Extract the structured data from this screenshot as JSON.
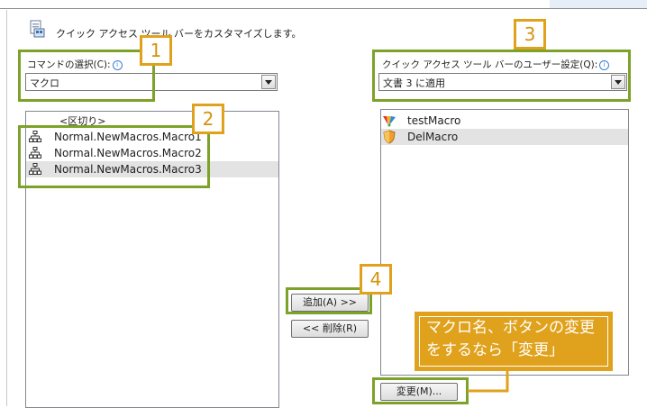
{
  "header": {
    "title": "クイック アクセス ツール バーをカスタマイズします。"
  },
  "commands": {
    "label": "コマンドの選択(C):",
    "value": "マクロ",
    "items": [
      {
        "label": "<区切り>"
      },
      {
        "label": "Normal.NewMacros.Macro1"
      },
      {
        "label": "Normal.NewMacros.Macro2"
      },
      {
        "label": "Normal.NewMacros.Macro3"
      }
    ]
  },
  "qat": {
    "label": "クイック アクセス ツール バーのユーザー設定(Q):",
    "value": "文書 3 に適用",
    "items": [
      {
        "label": "testMacro"
      },
      {
        "label": "DelMacro"
      }
    ]
  },
  "buttons": {
    "add": "追加(A) >>",
    "remove": "<< 削除(R)",
    "modify": "変更(M)..."
  },
  "annotations": {
    "badge1": "1",
    "badge2": "2",
    "badge3": "3",
    "badge4": "4",
    "callout_line1": "マクロ名、ボタンの変更",
    "callout_line2": "をするなら「変更」"
  },
  "colors": {
    "highlight_green": "#7da22a",
    "badge_orange": "#e0a21c",
    "selection_gray": "#e3e3e3"
  }
}
